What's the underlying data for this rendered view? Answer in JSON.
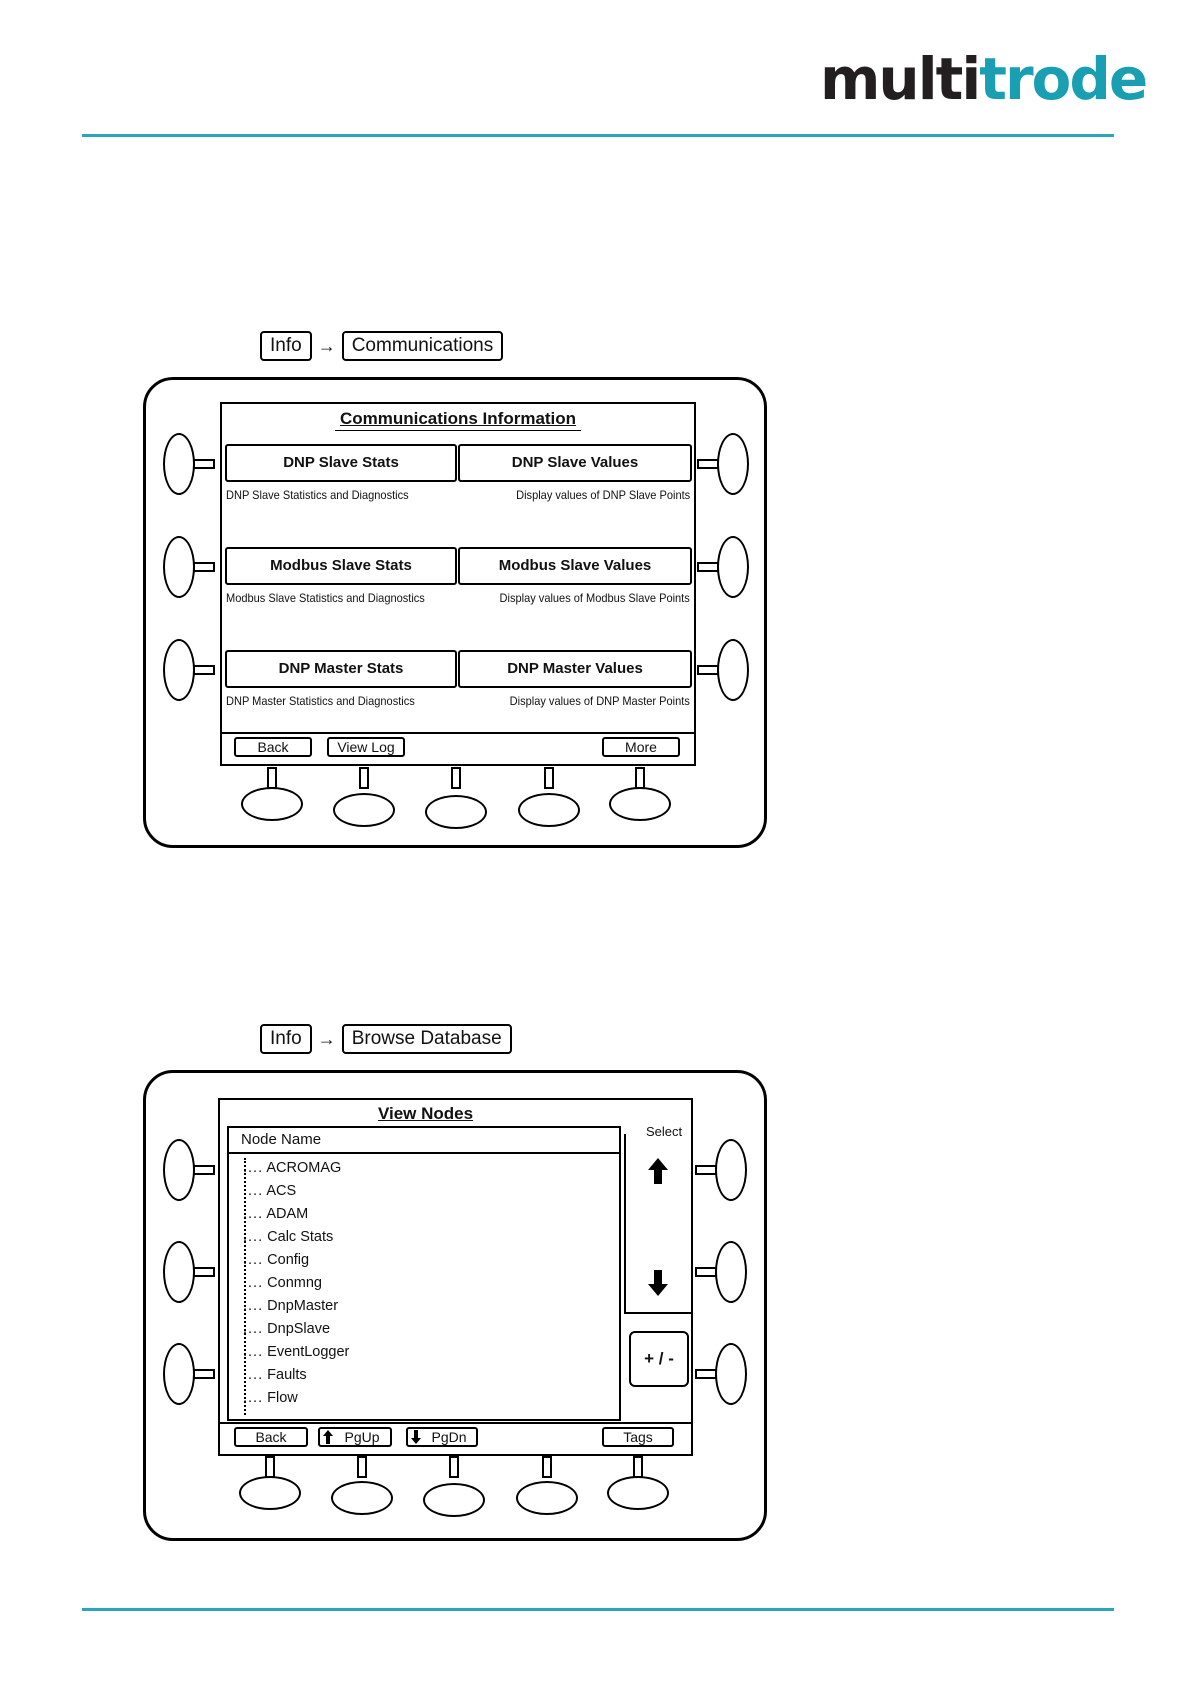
{
  "logo": {
    "part1": "multi",
    "part2": "trode"
  },
  "section1": {
    "breadcrumb": {
      "root": "Info",
      "arrow": "→",
      "target": "Communications"
    },
    "screen_title": "Communications Information",
    "buttons": [
      {
        "label": "DNP Slave Stats",
        "desc": "DNP Slave Statistics and Diagnostics"
      },
      {
        "label": "DNP Slave Values",
        "desc": "Display values of DNP Slave Points"
      },
      {
        "label": "Modbus Slave Stats",
        "desc": "Modbus Slave Statistics and Diagnostics"
      },
      {
        "label": "Modbus Slave Values",
        "desc": "Display values of Modbus Slave Points"
      },
      {
        "label": "DNP Master Stats",
        "desc": "DNP Master Statistics and Diagnostics"
      },
      {
        "label": "DNP Master Values",
        "desc": "Display values of DNP Master Points"
      }
    ],
    "softkeys": {
      "back": "Back",
      "view_log": "View Log",
      "more": "More"
    }
  },
  "section2": {
    "breadcrumb": {
      "root": "Info",
      "arrow": "→",
      "target": "Browse Database"
    },
    "screen_title": "View Nodes",
    "list_header": "Node Name",
    "node_prefix": "....",
    "nodes": [
      "ACROMAG",
      "ACS",
      "ADAM",
      "Calc Stats",
      "Config",
      "Conmng",
      "DnpMaster",
      "DnpSlave",
      "EventLogger",
      "Faults",
      "Flow"
    ],
    "select_label": "Select",
    "plus_minus": "+ / -",
    "softkeys": {
      "back": "Back",
      "pgup": "PgUp",
      "pgdn": "PgDn",
      "tags": "Tags"
    }
  }
}
